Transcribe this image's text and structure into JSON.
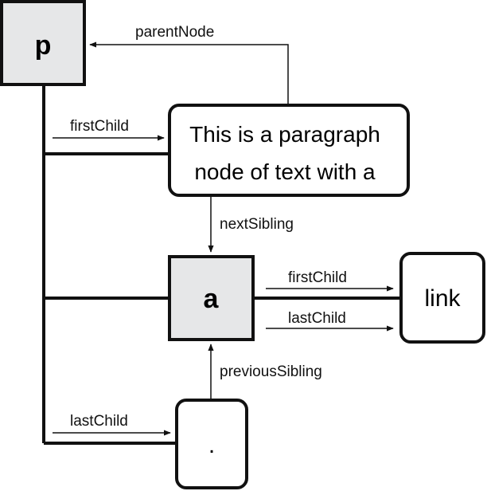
{
  "nodes": {
    "p": {
      "label": "p",
      "fill": "#e6e7e8"
    },
    "text": {
      "line1": "This is a paragraph",
      "line2": "node of text with a"
    },
    "a": {
      "label": "a",
      "fill": "#e6e7e8"
    },
    "link": {
      "label": "link"
    },
    "dot": {
      "label": "."
    }
  },
  "edges": {
    "parent_node": "parentNode",
    "first_child_text": "firstChild",
    "next_sibling": "nextSibling",
    "first_child_link": "firstChild",
    "last_child_link": "lastChild",
    "previous_sibling": "previousSibling",
    "last_child_dot": "lastChild"
  }
}
